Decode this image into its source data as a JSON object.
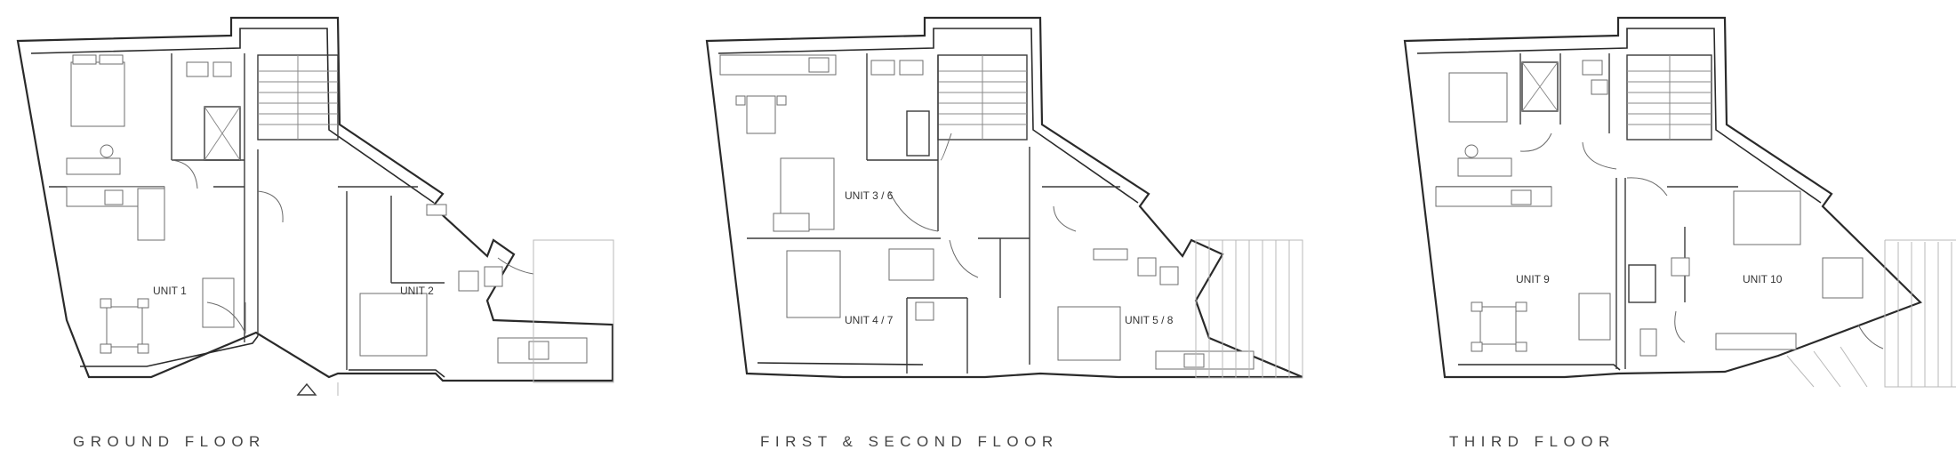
{
  "floors": [
    {
      "title": "GROUND FLOOR",
      "units": [
        "UNIT 1",
        "UNIT 2"
      ]
    },
    {
      "title": "FIRST & SECOND FLOOR",
      "units": [
        "UNIT 3 / 6",
        "UNIT 4 / 7",
        "UNIT 5 / 8"
      ]
    },
    {
      "title": "THIRD FLOOR",
      "units": [
        "UNIT 9",
        "UNIT 10"
      ]
    }
  ]
}
